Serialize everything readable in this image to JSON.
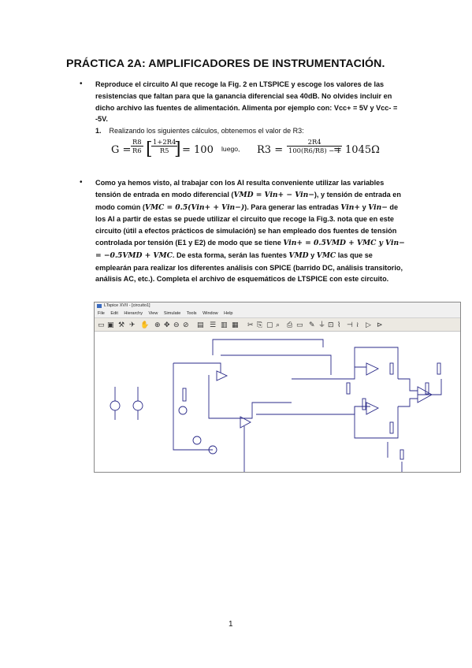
{
  "title": "PRÁCTICA 2A: AMPLIFICADORES DE INSTRUMENTACIÓN.",
  "bullet1": {
    "text_a": "Reproduce el circuito AI que recoge la Fig. 2 en LTSPICE y escoge los valores de las resistencias que faltan para que la ganancia diferencial sea 40dB.",
    "text_b": " No olvides incluir en dicho archivo las fuentes de alimentación. Alimenta por ejemplo con: Vcc+ = 5V y Vcc- = -5V."
  },
  "step1": {
    "number": "1.",
    "text": "Realizando los siguientes cálculos, obtenemos el valor de R3:"
  },
  "formula": {
    "g_label": "G =",
    "frac1_num": "R8",
    "frac1_den": "R6",
    "bracket_num": "1+2R4",
    "bracket_den": "R5",
    "g_result": "= 100",
    "luego": "luego,",
    "r3_label": "R3 =",
    "r3_num": "2R4",
    "r3_den": "100(R6/R8) − 1",
    "r3_result": "= 1045Ω"
  },
  "bullet2": {
    "p1": "Como ya hemos visto, al trabajar con los AI resulta conveniente utilizar las variables tensión de entrada en modo diferencial (",
    "vmd_eq": "VMD = Vin+ − Vin−",
    "p2": "), y tensión de entrada en modo común (",
    "vmc_eq": "VMC = 0.5(Vin+ + Vin−)",
    "p3": "). Para generar las entradas ",
    "vinp": "Vin+",
    "p4": " y ",
    "vinm": "Vin−",
    "p5": " de los AI a partir de estas se puede utilizar el circuito que recoge la Fig.3. nota que en este circuito (útil a efectos prácticos de simulación) se han empleado dos fuentes de tensión controlada por tensión (E1 y E2) de modo que se tiene",
    "eq_line": "Vin+ = 0.5VMD + VMC y Vin− = −0.5VMD + VMC",
    "p6": ". De esta forma, serán las fuentes ",
    "vmd": "VMD",
    "p7": " y ",
    "vmc": "VMC",
    "p8": " las que se emplearán para realizar los diferentes análisis con SPICE (barrido DC, análisis transitorio, análisis AC, etc.). Completa el archivo de esquemáticos de LTSPICE con este circuito."
  },
  "ltspice": {
    "window_title": "LTspice XVII - [circuito1]",
    "menu": [
      "File",
      "Edit",
      "Hierarchy",
      "View",
      "Simulate",
      "Tools",
      "Window",
      "Help"
    ]
  },
  "page_number": "1"
}
